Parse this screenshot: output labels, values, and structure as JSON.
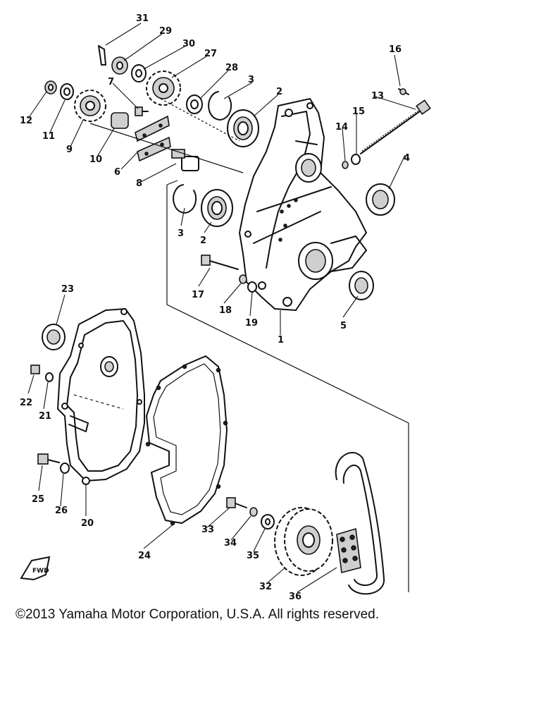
{
  "copyright": "©2013 Yamaha Motor Corporation, U.S.A. All rights reserved.",
  "callouts": {
    "c1": "1",
    "c2a": "2",
    "c2b": "2",
    "c3a": "3",
    "c3b": "3",
    "c4": "4",
    "c5": "5",
    "c6": "6",
    "c7": "7",
    "c8": "8",
    "c9": "9",
    "c10": "10",
    "c11": "11",
    "c12": "12",
    "c13": "13",
    "c14": "14",
    "c15": "15",
    "c16": "16",
    "c17": "17",
    "c18": "18",
    "c19": "19",
    "c20": "20",
    "c21": "21",
    "c22": "22",
    "c23": "23",
    "c24": "24",
    "c25": "25",
    "c26": "26",
    "c27": "27",
    "c28": "28",
    "c29": "29",
    "c30": "30",
    "c31": "31",
    "c32": "32",
    "c33": "33",
    "c34": "34",
    "c35": "35",
    "c36": "36"
  },
  "front_mark": "FWD",
  "icons": [
    "front-direction-arrow-icon"
  ]
}
